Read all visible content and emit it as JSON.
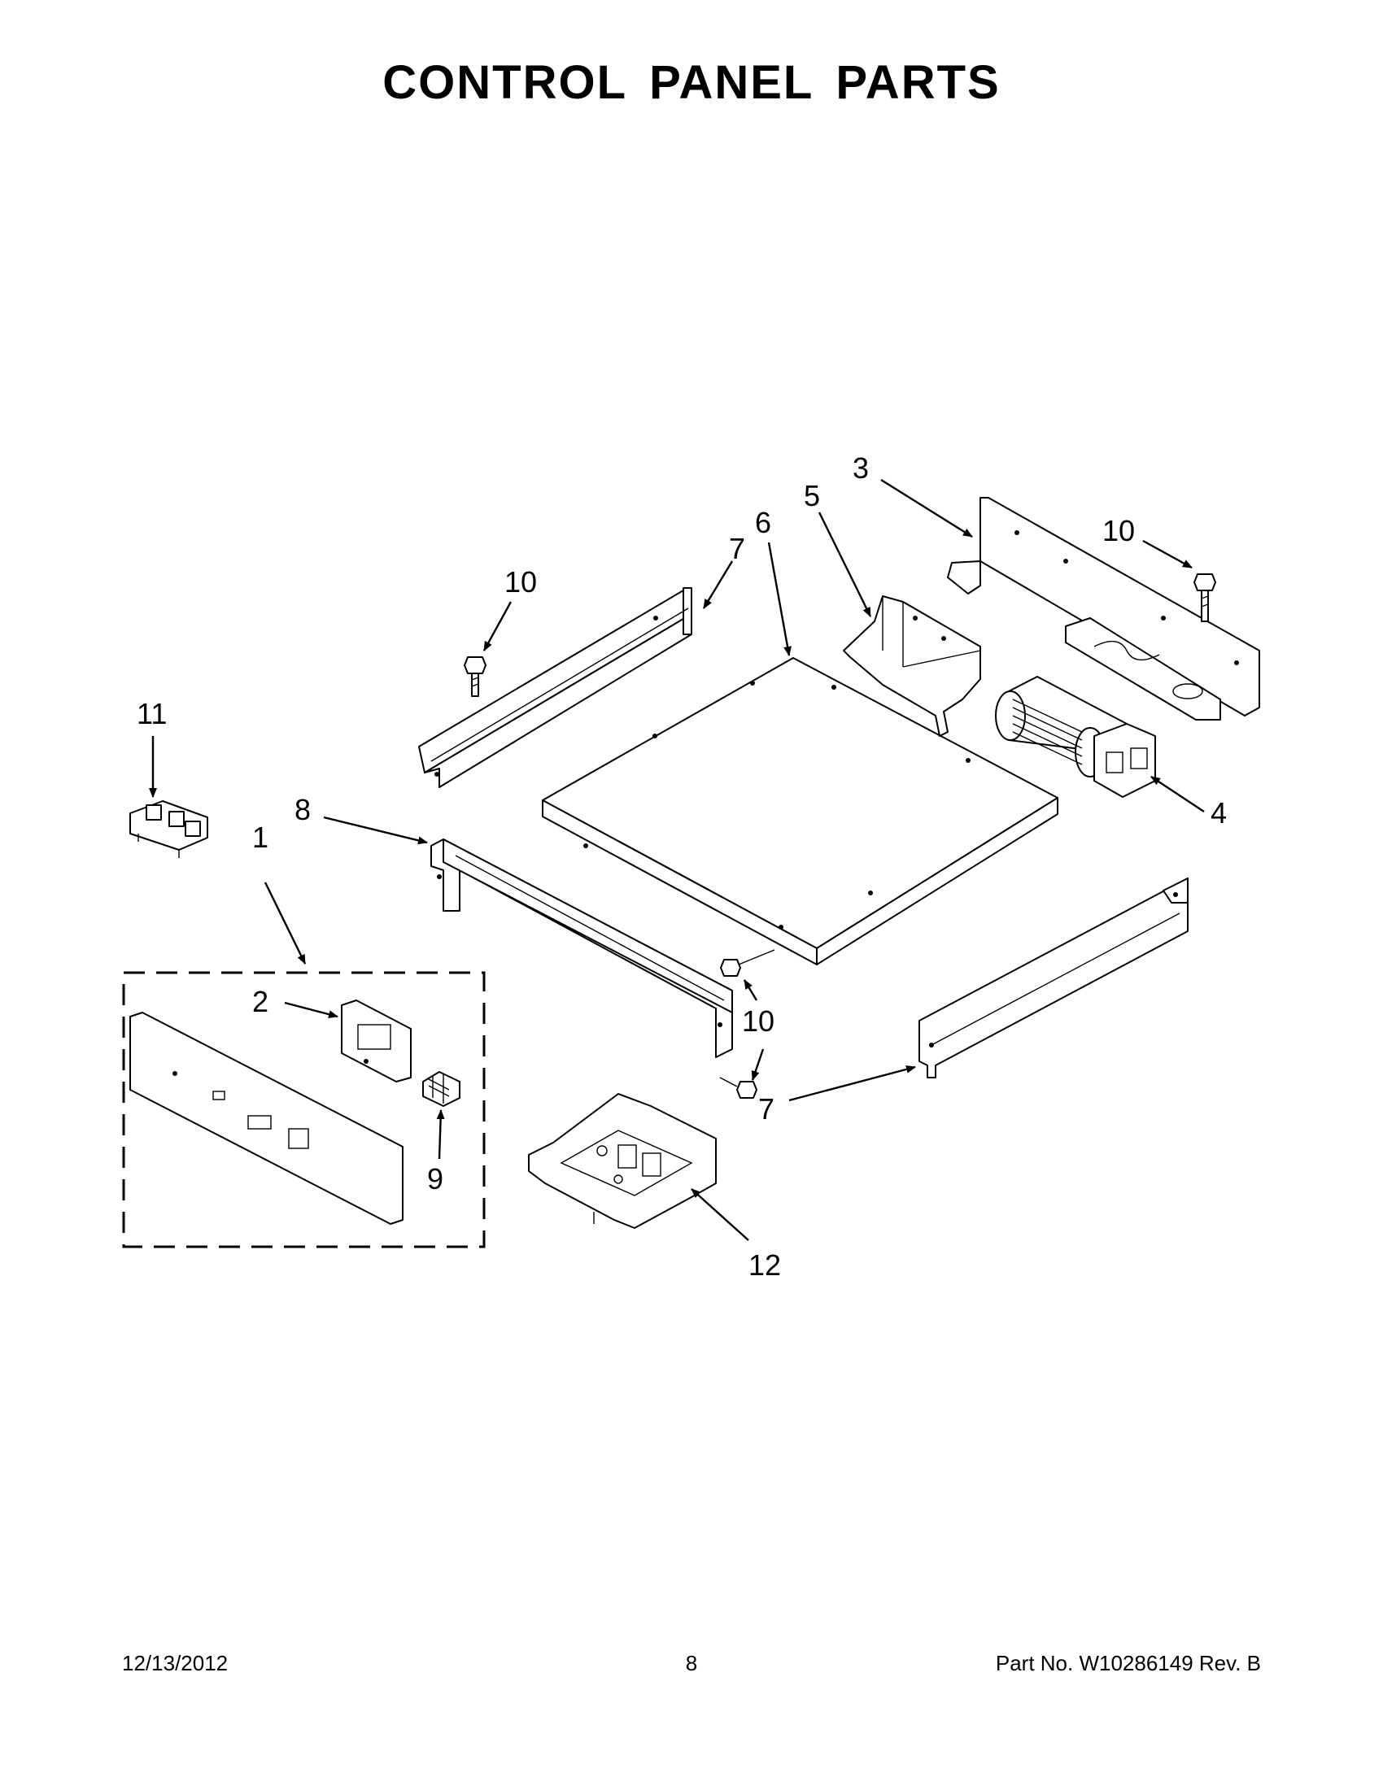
{
  "title": "CONTROL PANEL PARTS",
  "callouts": {
    "c1": "1",
    "c2": "2",
    "c3": "3",
    "c4": "4",
    "c5": "5",
    "c6": "6",
    "c7a": "7",
    "c7b": "7",
    "c8": "8",
    "c9": "9",
    "c10a": "10",
    "c10b": "10",
    "c10c": "10",
    "c11": "11",
    "c12": "12"
  },
  "footer": {
    "date": "12/13/2012",
    "page": "8",
    "part_number": "Part No.  W10286149  Rev.  B"
  }
}
